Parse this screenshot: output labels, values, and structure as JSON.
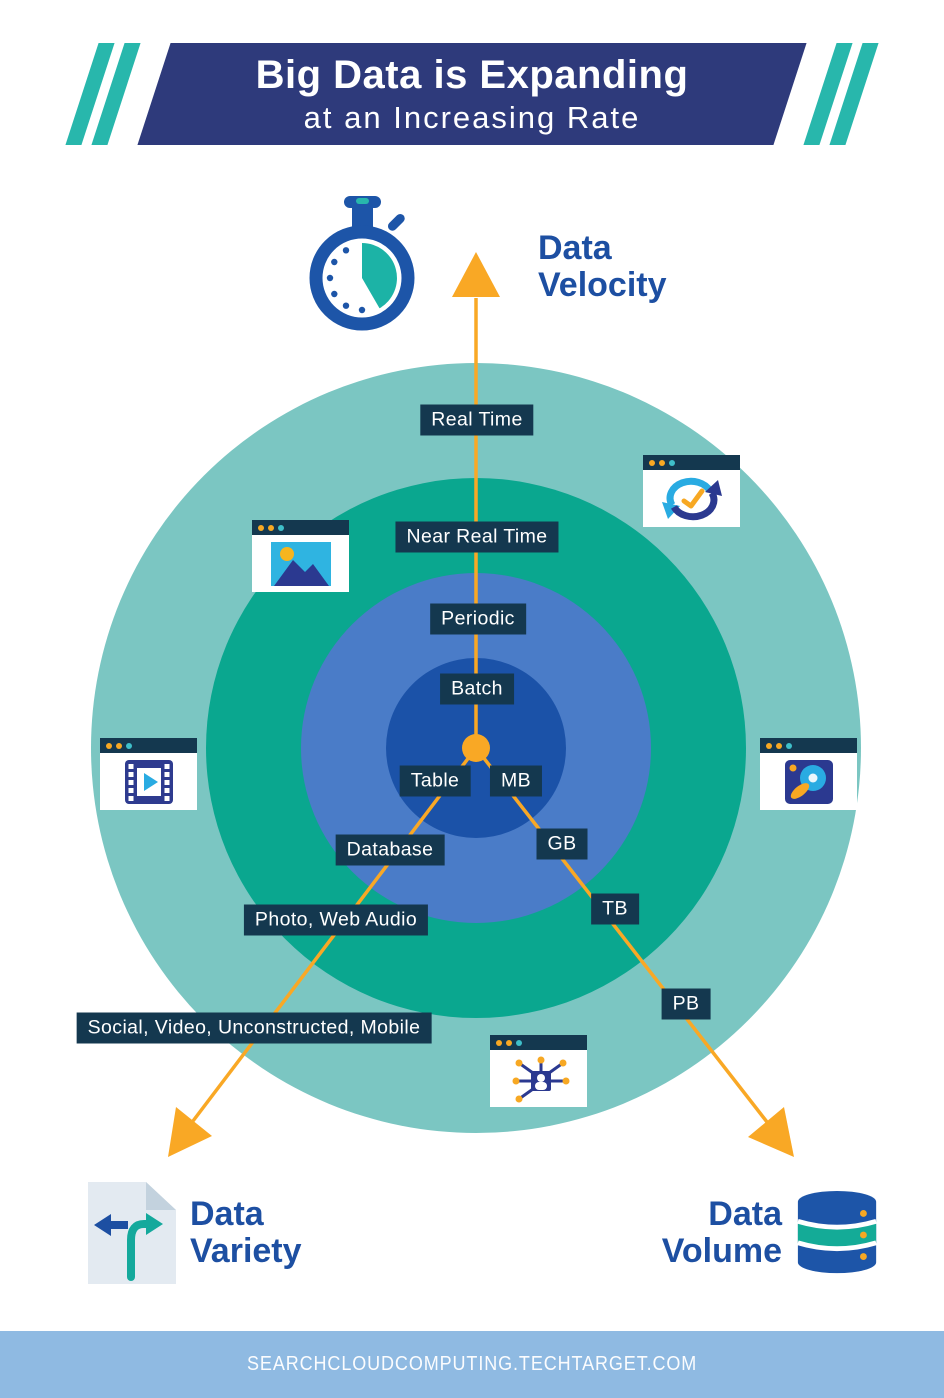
{
  "header": {
    "title_line1": "Big Data is Expanding",
    "title_line2": "at an Increasing Rate"
  },
  "axes": {
    "velocity": {
      "name_line1": "Data",
      "name_line2": "Velocity",
      "levels": [
        "Batch",
        "Periodic",
        "Near Real Time",
        "Real Time"
      ]
    },
    "variety": {
      "name_line1": "Data",
      "name_line2": "Variety",
      "levels": [
        "Table",
        "Database",
        "Photo, Web Audio",
        "Social, Video, Unconstructed, Mobile"
      ]
    },
    "volume": {
      "name_line1": "Data",
      "name_line2": "Volume",
      "levels": [
        "MB",
        "GB",
        "TB",
        "PB"
      ]
    }
  },
  "icons": {
    "stopwatch": "stopwatch-icon",
    "image_browser": "image-browser-icon",
    "sync_browser": "sync-browser-icon",
    "video_browser": "video-browser-icon",
    "disk_browser": "disk-browser-icon",
    "network_browser": "network-browser-icon",
    "document_variety": "document-fork-icon",
    "database_volume": "database-cylinder-icon",
    "arrows": [
      "velocity-arrow",
      "variety-arrow",
      "volume-arrow"
    ]
  },
  "colors": {
    "banner_navy": "#2E3A7B",
    "stripe_teal": "#28B7AC",
    "ring_outer": "#7BC6C2",
    "ring_second": "#0AA78F",
    "ring_third": "#4A7CC8",
    "ring_center": "#1B52A8",
    "label_bg": "#14384F",
    "accent_orange": "#F9A825",
    "heading_blue": "#1D4FA2",
    "icon_indigo": "#2B3990",
    "icon_cyan": "#29ABE2",
    "footer_bg": "#8FBAE2"
  },
  "footer": {
    "url": "SEARCHCLOUDCOMPUTING.TECHTARGET.COM"
  }
}
